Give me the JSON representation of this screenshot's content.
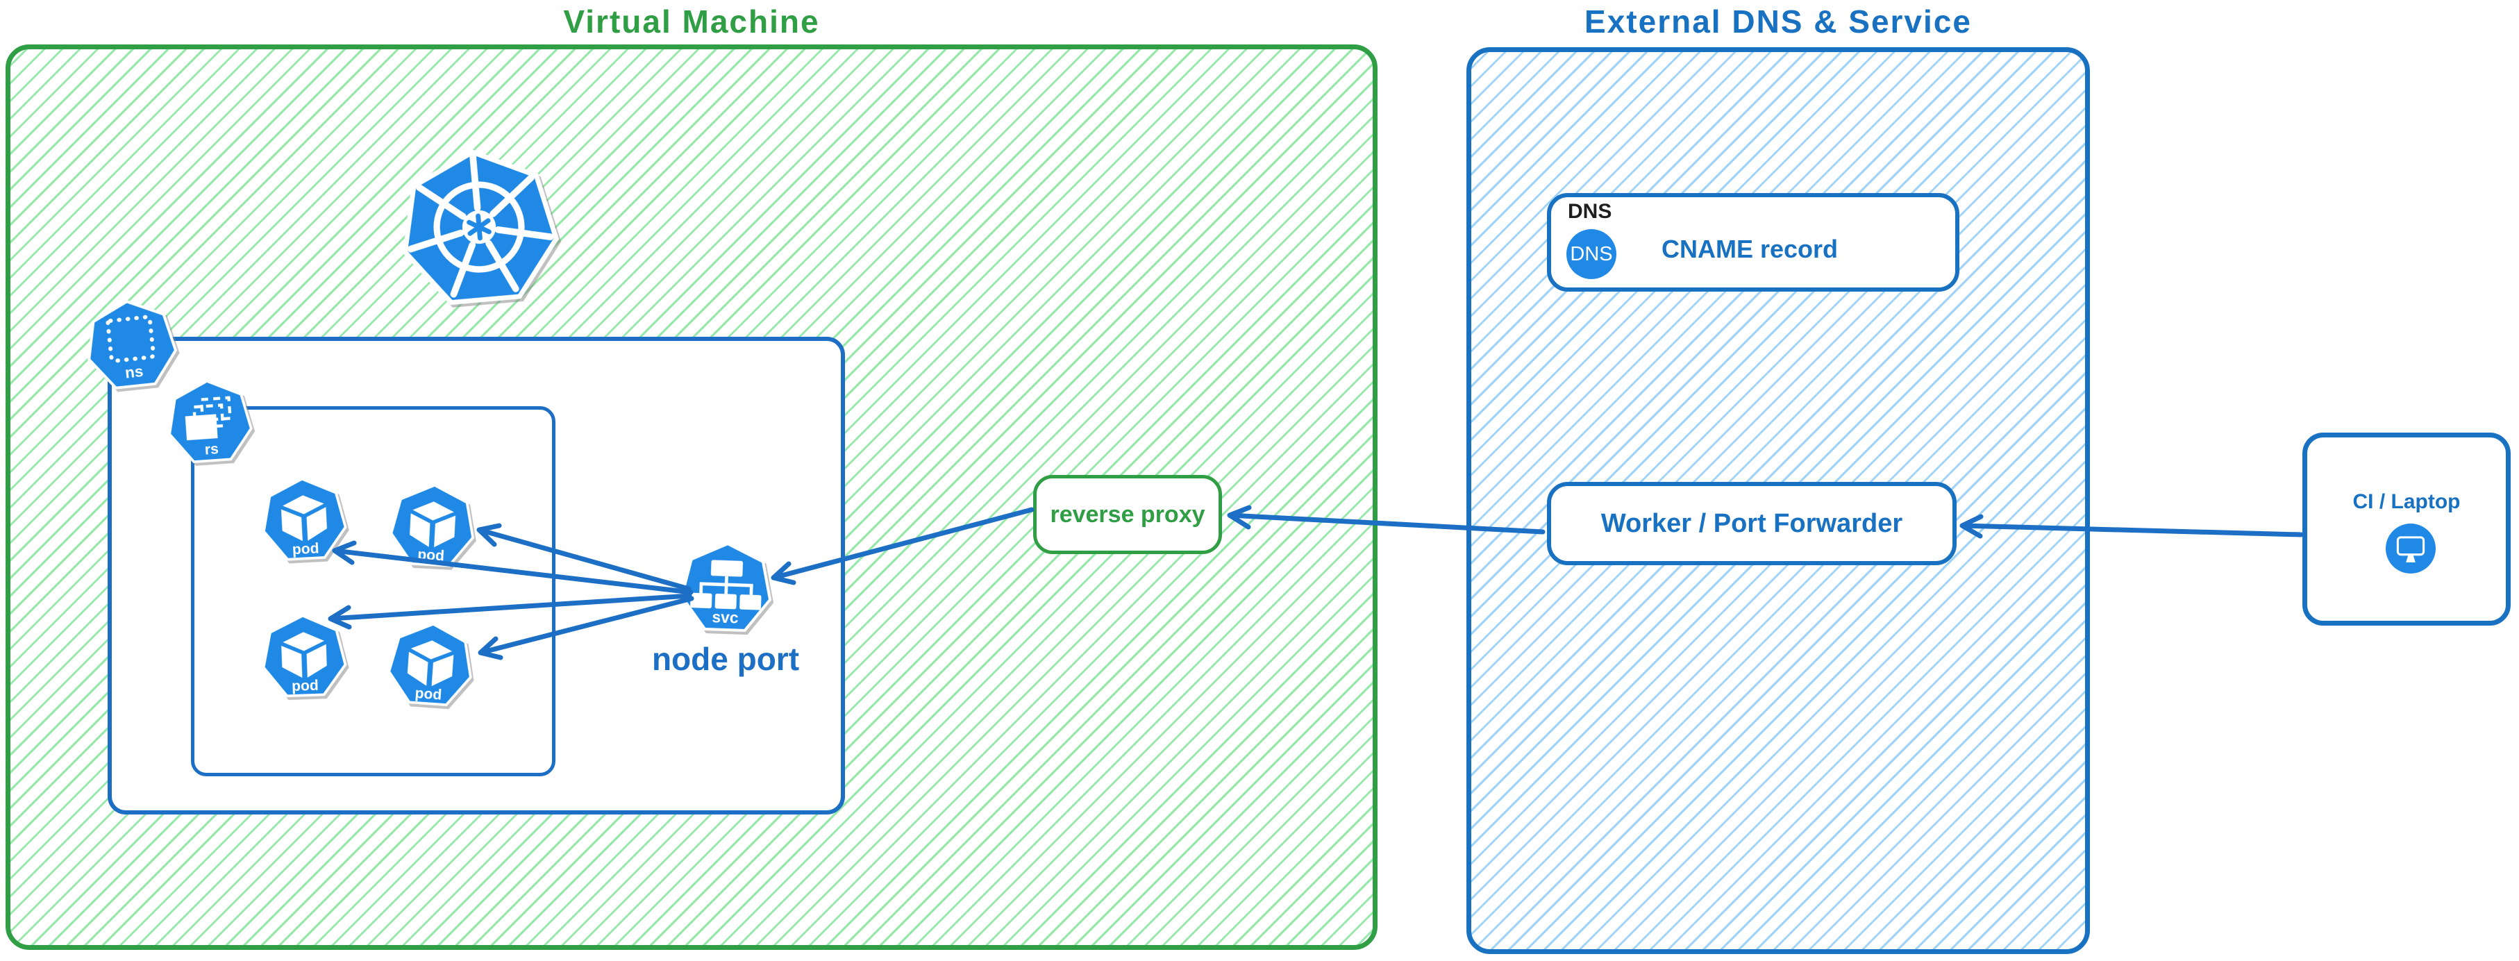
{
  "vm": {
    "title": "Virtual Machine"
  },
  "kubernetes": {
    "namespace_label": "ns",
    "replicaset_label": "rs",
    "pod_labels": [
      "pod",
      "pod",
      "pod",
      "pod"
    ],
    "service_label": "svc",
    "service_caption": "node port"
  },
  "reverse_proxy": {
    "label": "reverse proxy"
  },
  "external": {
    "title": "External DNS & Service",
    "dns_card": {
      "tag": "DNS",
      "badge": "DNS",
      "label": "CNAME record"
    },
    "worker_card": {
      "label": "Worker / Port Forwarder"
    }
  },
  "ci": {
    "label": "CI / Laptop"
  },
  "colors": {
    "green_stroke": "#2f9e44",
    "green_hatch": "#96e8ab",
    "blue_stroke": "#1971c2",
    "blue_hatch": "#a0d3f8",
    "icon_fill": "#2089e5",
    "arrow": "#1c6fc4",
    "dns_tag_text": "#1e1e1e"
  }
}
